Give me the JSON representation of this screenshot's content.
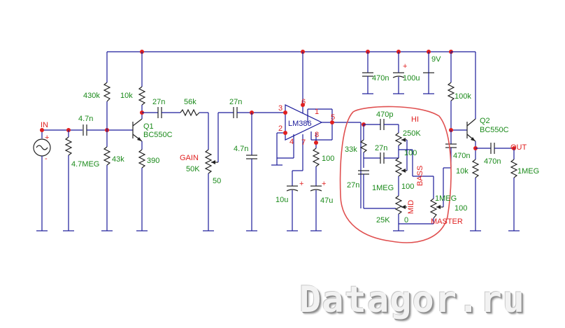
{
  "labels": {
    "in": "IN",
    "out": "OUT",
    "c_in": "4.7n",
    "r_in_gnd": "4.7MEG",
    "r_bias_top": "430k",
    "r_bias_bot": "43k",
    "r_collector": "10k",
    "q1_name": "Q1",
    "q1_type": "BC550C",
    "r_emitter": "390",
    "c_q1_out": "27n",
    "r_56k": "56k",
    "gain_label": "GAIN",
    "gain_value": "50K",
    "gain_wiper": "50",
    "c_gain_out": "27n",
    "c_shunt": "4.7n",
    "chip": "LM386",
    "pin1": "1",
    "pin2": "2",
    "pin3": "3",
    "pin4": "4",
    "pin5": "5",
    "pin6": "6",
    "pin7": "7",
    "pin8": "8",
    "r_pin8": "100",
    "c_pin7": "10u",
    "c_pin8": "47u",
    "c_supply_1": "470n",
    "c_supply_2": "100u",
    "supply": "9V",
    "c_hi": "470p",
    "hi_label": "HI",
    "pot_hi": "250K",
    "r_33k": "33k",
    "c_27n_mid": "27n",
    "pot_100_a": "100",
    "bass_label": "BASS",
    "c_27n_left": "27n",
    "pot_bass": "1MEG",
    "pot_100_b": "100",
    "mid_label": "MID",
    "pot_mid": "25K",
    "mid_zero": "0",
    "master_value": "1MEG",
    "master_wiper": "100",
    "master_label": "MASTER",
    "r_100k": "100k",
    "q2_name": "Q2",
    "q2_type": "BC550C",
    "c_q2_base": "470n",
    "r_q2_emit": "10k",
    "c_out": "470n",
    "r_out": "1MEG",
    "watermark": "Datagor.ru"
  }
}
